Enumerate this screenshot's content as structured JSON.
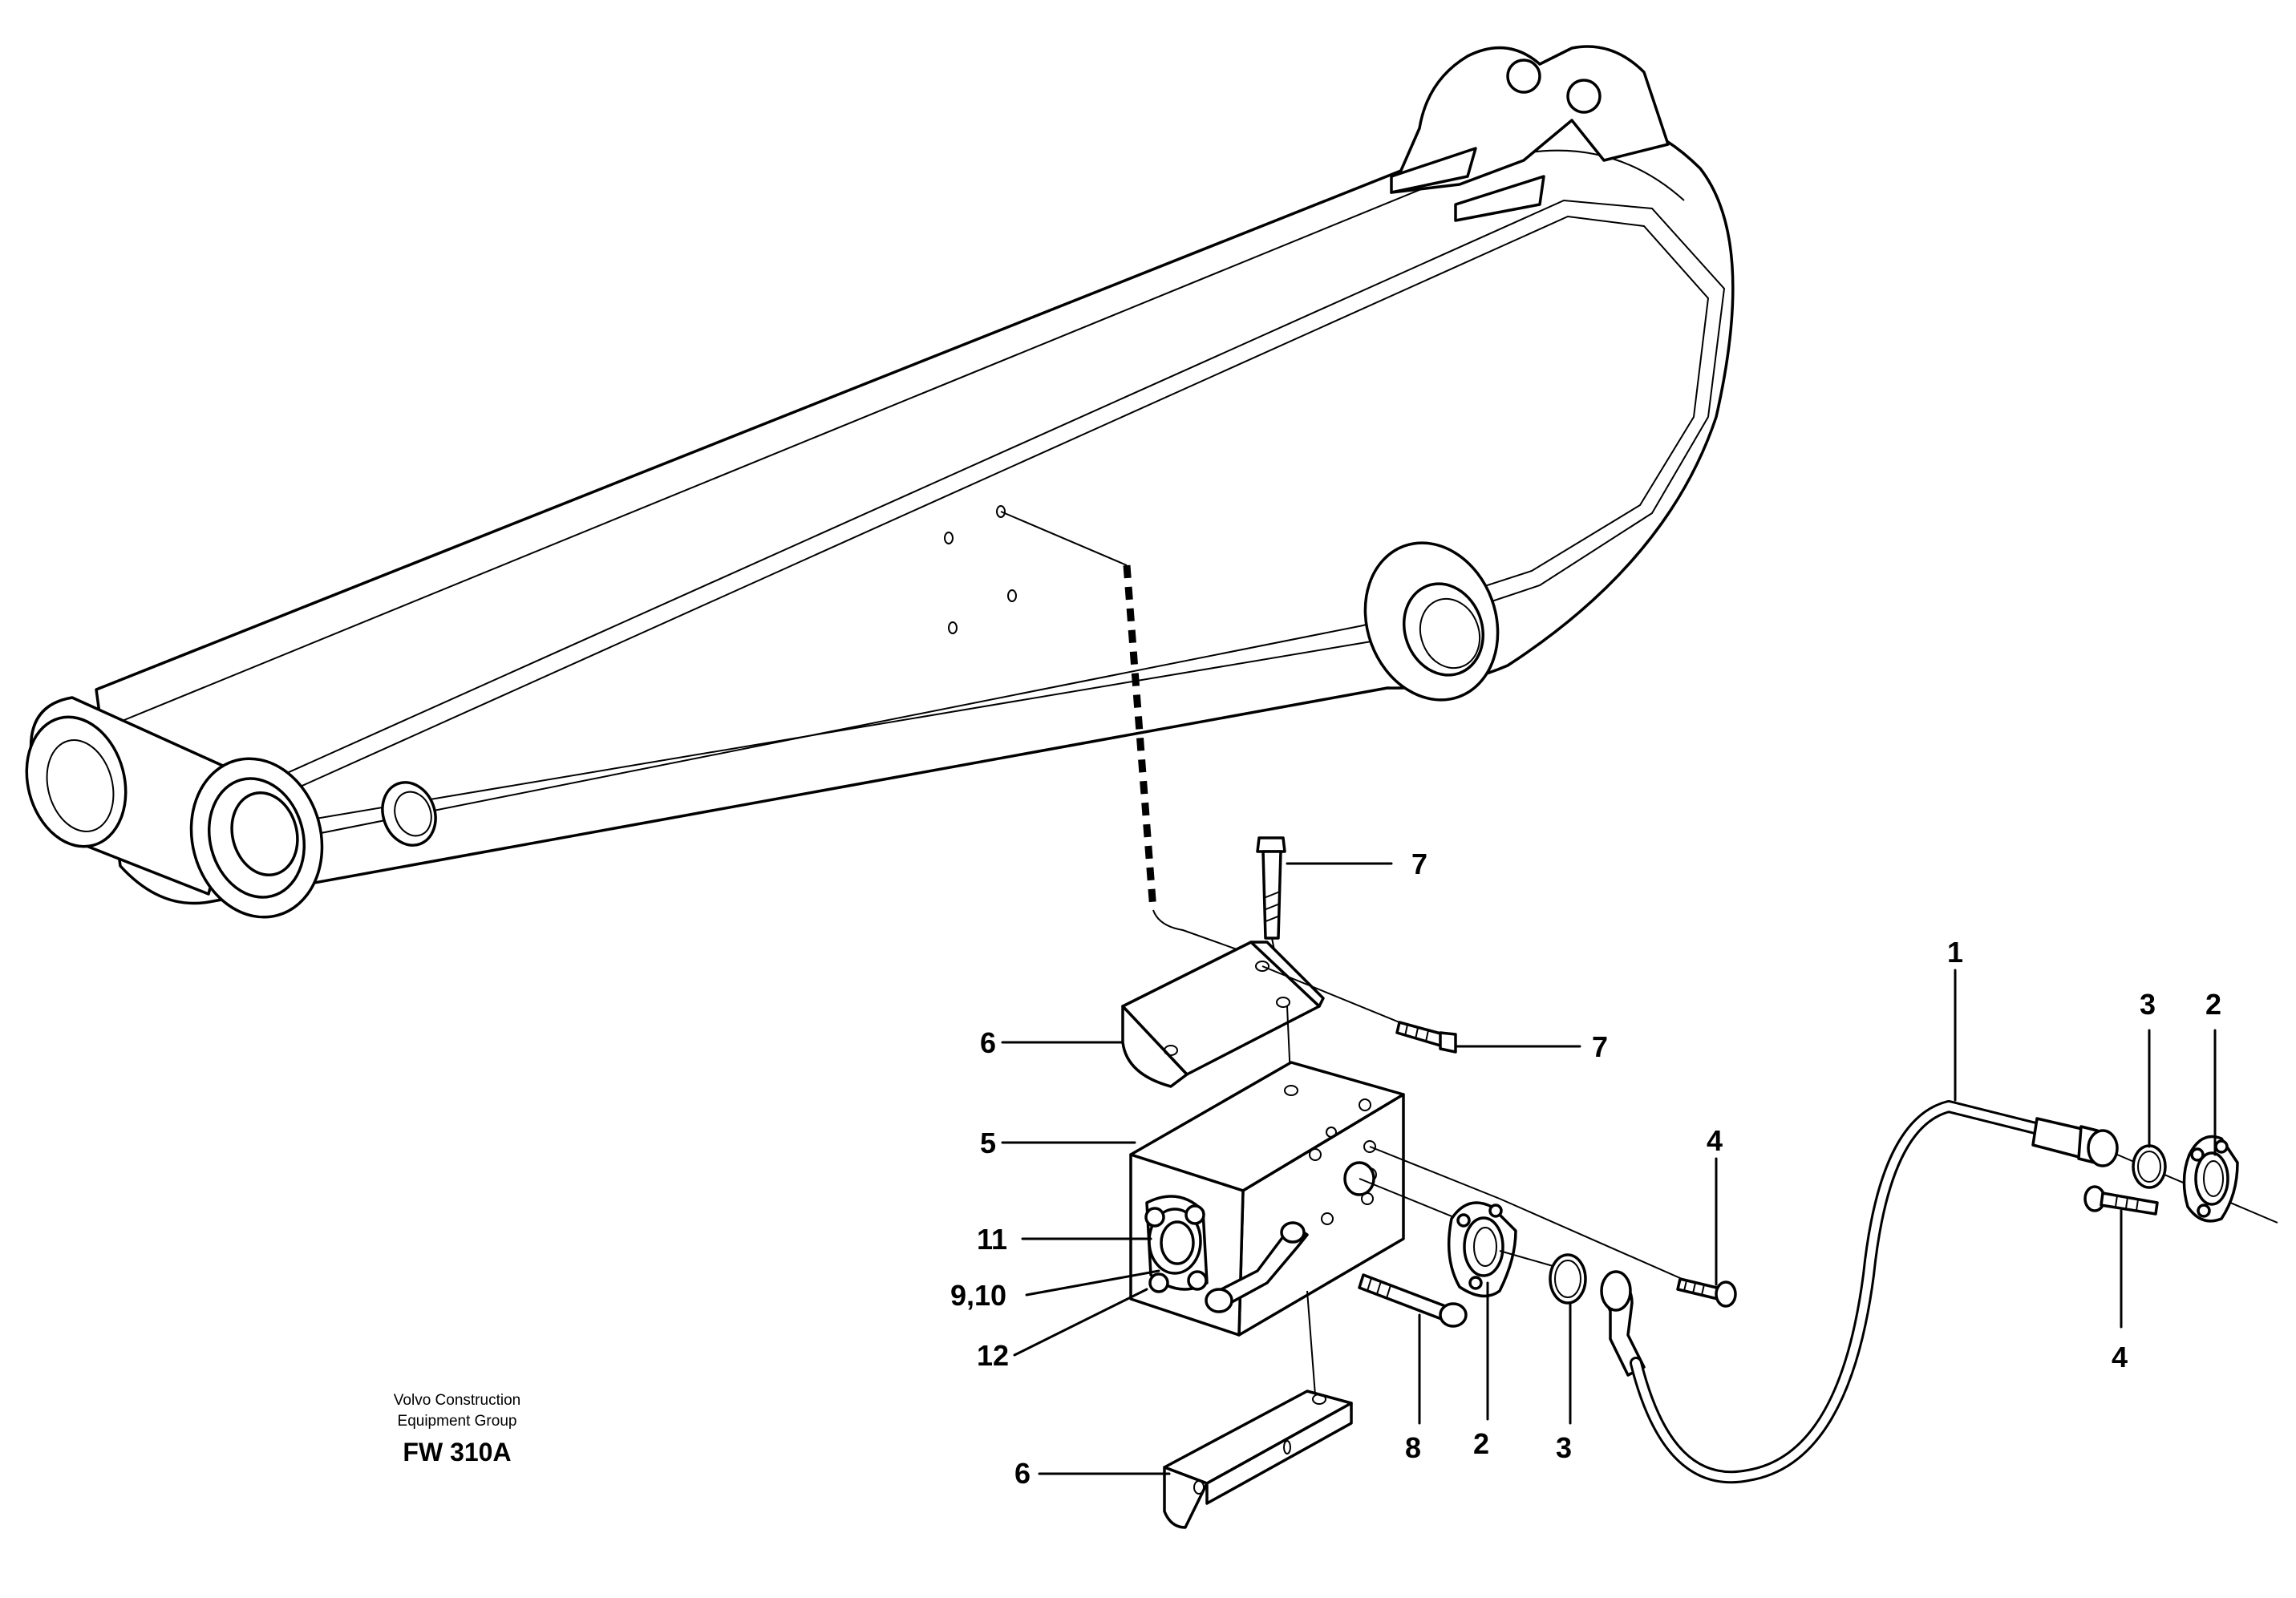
{
  "caption": {
    "company_line1": "Volvo Construction",
    "company_line2": "Equipment Group",
    "code": "FW 310A"
  },
  "callouts": {
    "c1": "1",
    "c2a": "2",
    "c2b": "2",
    "c3a": "3",
    "c3b": "3",
    "c4a": "4",
    "c4b": "4",
    "c5": "5",
    "c6a": "6",
    "c6b": "6",
    "c7a": "7",
    "c7b": "7",
    "c8": "8",
    "c910": "9,10",
    "c11": "11",
    "c12": "12"
  }
}
